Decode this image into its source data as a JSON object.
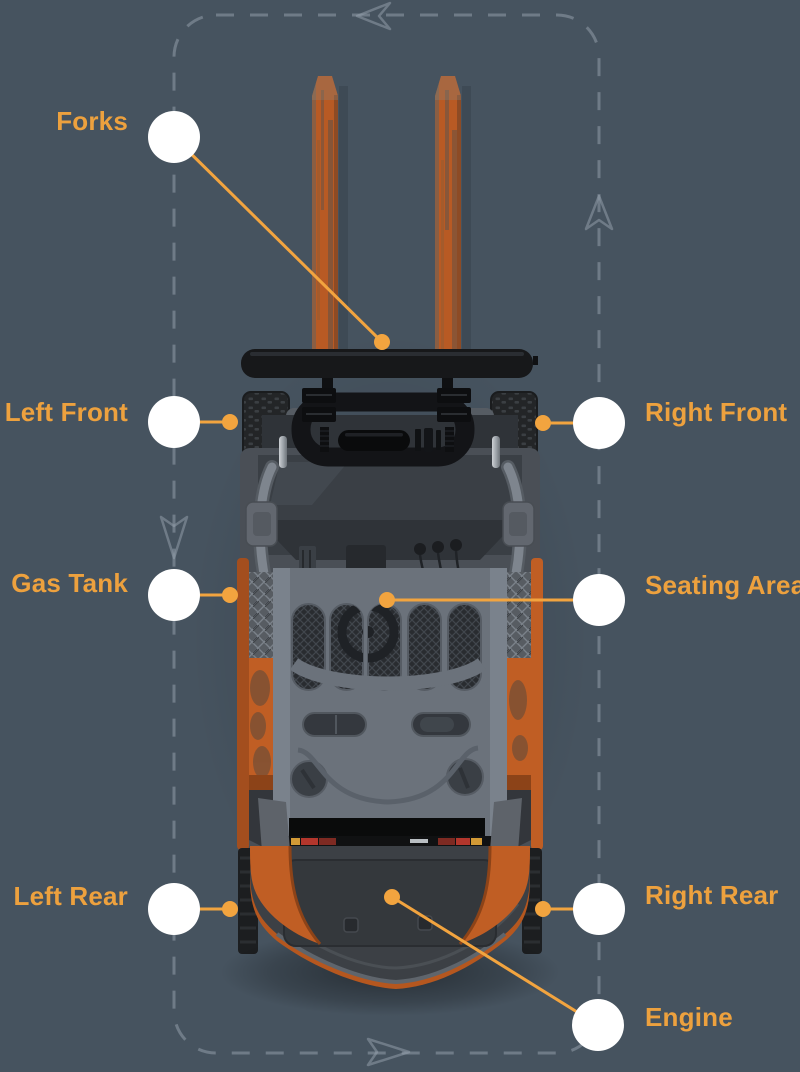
{
  "diagram": {
    "illustration": "forklift-top-view",
    "colors": {
      "background": "#46535F",
      "label_text": "#EDA13E",
      "connector": "#F2A43F",
      "hotspot_fill": "#FFFFFF",
      "guide_dash": "#97A4B0",
      "forklift_orange": "#C05E24"
    },
    "icons": {
      "hotspot_marker": "circle-marker",
      "guide_top": "arrow-left-icon",
      "guide_right": "arrow-up-icon",
      "guide_left": "arrow-down-icon",
      "guide_bottom": "arrow-right-icon"
    },
    "hotspots": [
      {
        "id": "forks",
        "label": "Forks",
        "side": "left"
      },
      {
        "id": "left-front",
        "label": "Left Front",
        "side": "left"
      },
      {
        "id": "right-front",
        "label": "Right Front",
        "side": "right"
      },
      {
        "id": "gas-tank",
        "label": "Gas Tank",
        "side": "left"
      },
      {
        "id": "seating-area",
        "label": "Seating Area",
        "side": "right"
      },
      {
        "id": "left-rear",
        "label": "Left Rear",
        "side": "left"
      },
      {
        "id": "right-rear",
        "label": "Right Rear",
        "side": "right"
      },
      {
        "id": "engine",
        "label": "Engine",
        "side": "right"
      }
    ]
  }
}
